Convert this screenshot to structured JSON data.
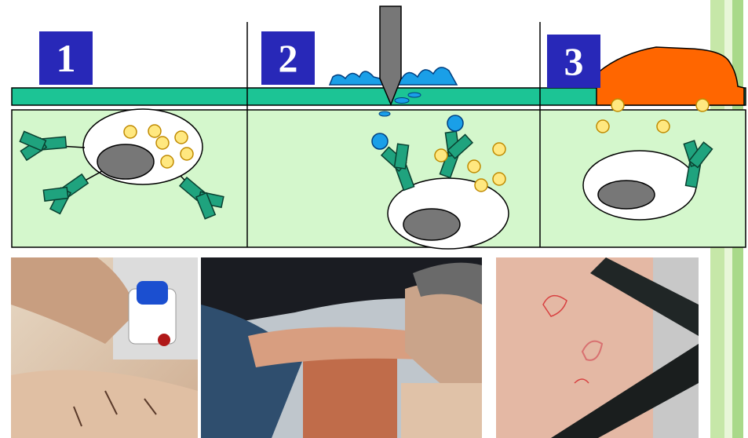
{
  "steps": [
    {
      "number": "1"
    },
    {
      "number": "2"
    },
    {
      "number": "3"
    }
  ],
  "colors": {
    "skin_surface": "#1cc495",
    "dermis": "#d4f7cc",
    "allergen": "#1a9fe8",
    "wheal": "#ff6600",
    "granule": "#ffe880",
    "nucleus": "#777777",
    "receptor": "#1fa37e",
    "label_bg": "#2828b8",
    "side_bar": "#a9d98a"
  },
  "photos": [
    {
      "name": "skin-prick-applicator-photo"
    },
    {
      "name": "forearm-prick-test-photo"
    },
    {
      "name": "wheal-measurement-photo"
    }
  ]
}
